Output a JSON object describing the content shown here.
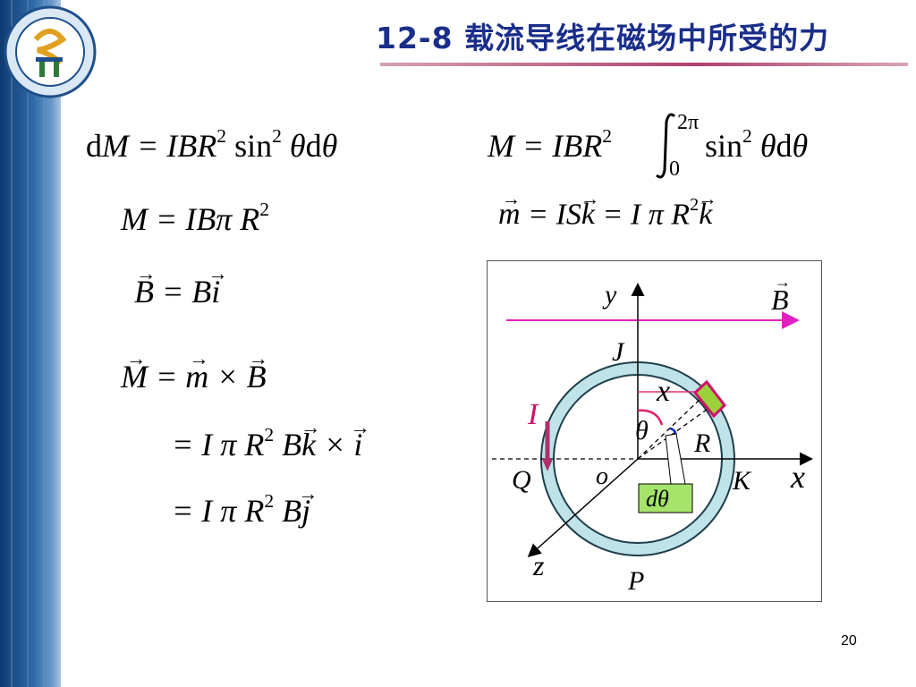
{
  "title": "12-8   载流导线在磁场中所受的力",
  "page_number": "20",
  "equations": {
    "dM": {
      "lhs": "d",
      "var": "M",
      "mid": " = IBR",
      "exp": "2",
      "tail": " sin",
      "exp2": "2",
      "theta": " θ",
      "d": "d",
      "theta2": "θ"
    },
    "M_integral": {
      "text": "M = IBR",
      "exp": "2",
      "upper": "2π",
      "lower": "0",
      "tail": " sin",
      "exp2": "2"
    },
    "M_result": {
      "text": "M = IBπ R",
      "exp": "2"
    },
    "m_vec": {
      "m": "m",
      "rest": " = IS",
      "k": "k",
      "rest2": " = I π R",
      "exp": "2",
      "k2": "k"
    },
    "B_vec": {
      "B": "B",
      "rest": " = B",
      "i": "i"
    },
    "M_cross": {
      "M": "M",
      "eq": " = ",
      "m": "m",
      "x": " × ",
      "B": "B"
    },
    "line2": {
      "pre": "= I π R",
      "exp": "2",
      "mid": " B",
      "k": "k",
      "x": " × ",
      "i": "i"
    },
    "line3": {
      "pre": "= I π R",
      "exp": "2",
      "mid": " B",
      "j": "j"
    }
  },
  "diagram": {
    "y_label": "y",
    "x_label": "x",
    "z_label": "z",
    "x_upper": "x",
    "B_label": "B",
    "J_label": "J",
    "Q_label": "Q",
    "K_label": "K",
    "P_label": "P",
    "O_label": "o",
    "R_label": "R",
    "theta_label": "θ",
    "I_label": "I",
    "dtheta_label": "dθ",
    "colors": {
      "ring": "#bfe3e8",
      "B_arrow": "#e020c0",
      "current": "#d0106a",
      "dtheta_box": "#a6e36a"
    }
  }
}
